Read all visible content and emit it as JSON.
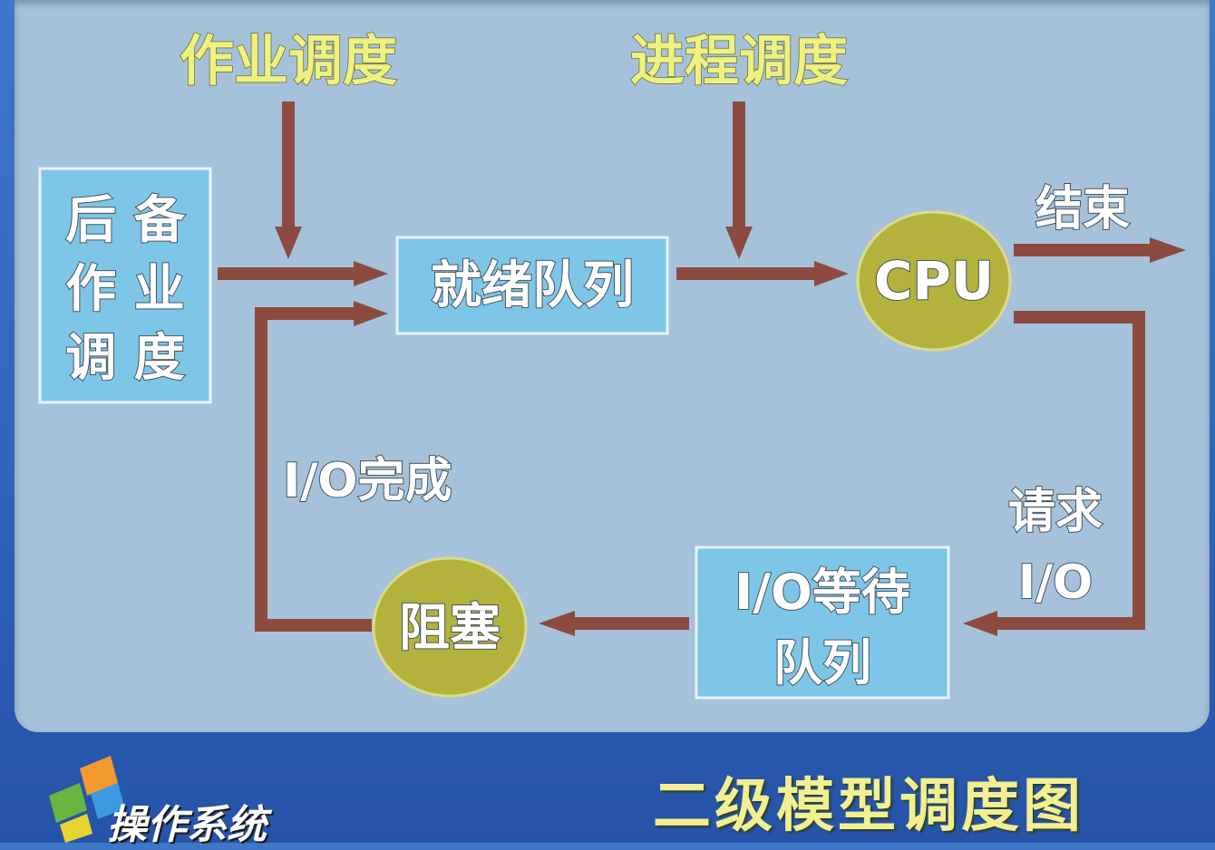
{
  "labels": {
    "job_scheduling": "作业调度",
    "process_scheduling": "进程调度",
    "backup_job_line1": "后 备",
    "backup_job_line2": "作 业",
    "backup_job_line3": "调 度",
    "ready_queue": "就绪队列",
    "cpu": "CPU",
    "finish": "结束",
    "request_io_line1": "请求",
    "request_io_line2": "I/O",
    "io_wait_line1": "I/O等待",
    "io_wait_line2": "队列",
    "blocked": "阻塞",
    "io_complete": "I/O完成"
  },
  "title": "二级模型调度图",
  "logo_text": "操作系统",
  "colors": {
    "panel": "#a6c2da",
    "box": "#7dc6e7",
    "circle": "#b3b23c",
    "arrow": "#8c4b3e",
    "yellow_text": "#eef080",
    "background": "#2f63b7"
  },
  "icons": [
    "flow-arrow-icon",
    "logo-windows-icon"
  ]
}
